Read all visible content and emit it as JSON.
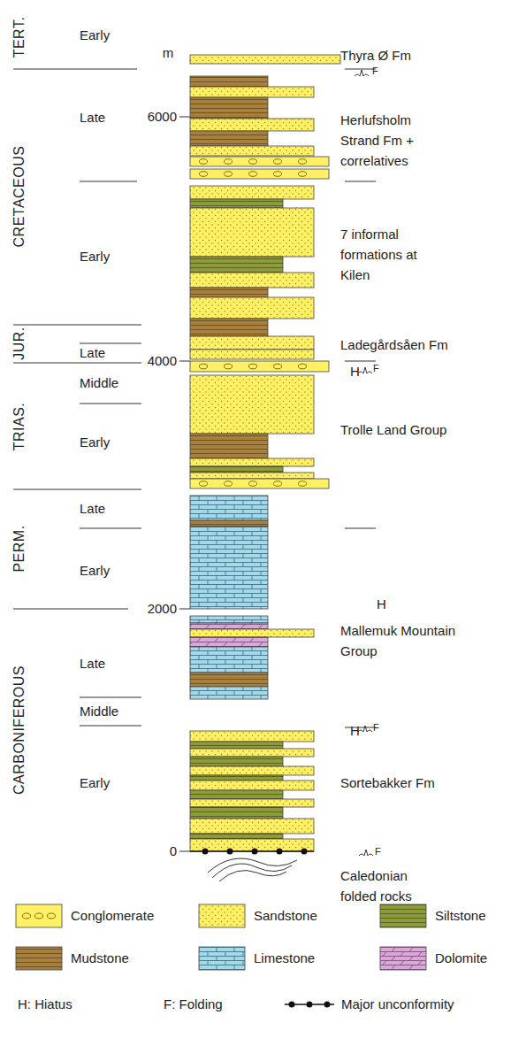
{
  "diagram": {
    "labels": [
      "TERT.",
      "Early",
      "m",
      "Thyra Ø Fm",
      "F",
      "CRETACEOUS",
      "Late",
      "6000",
      "Herlufsholm Strand Fm + correlatives",
      "Early",
      "7 informal formations at Kilen",
      "JUR.",
      "Late",
      "4000",
      "Ladegårdsåen Fm",
      "H",
      "F",
      "TRIAS.",
      "Middle",
      "Early",
      "Trolle Land Group",
      "PERM.",
      "Late",
      "Early",
      "2000",
      "H",
      "CARBONIFEROUS",
      "Late",
      "Middle",
      "Mallemuk Mountain Group",
      "H",
      "F",
      "Early",
      "Sortebakker Fm",
      "0",
      "F",
      "Caledonian folded rocks"
    ],
    "legend": [
      {
        "text": "Conglomerate",
        "color": "#fff066"
      },
      {
        "text": "Sandstone",
        "color": "#fff066"
      },
      {
        "text": "Siltstone",
        "color": "#8c9c3a"
      },
      {
        "text": "Mudstone",
        "color": "#a8803e"
      },
      {
        "text": "Limestone",
        "color": "#a6d8e8"
      },
      {
        "text": "Dolomite",
        "color": "#d8a8d6"
      },
      {
        "text": "H: Hiatus"
      },
      {
        "text": "F: Folding"
      },
      {
        "text": "Major unconformity"
      }
    ]
  }
}
